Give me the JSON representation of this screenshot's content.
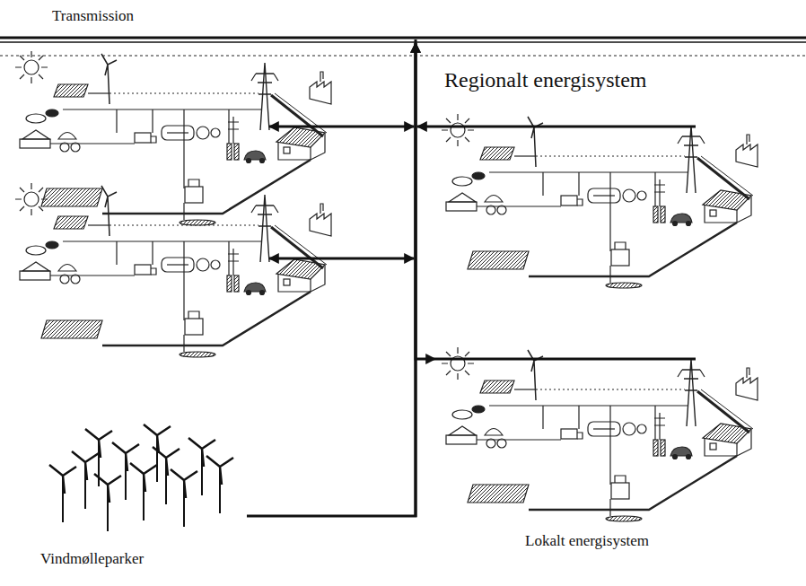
{
  "diagram": {
    "nodes": [
      {
        "text": [
          "Transmission"
        ]
      },
      {
        "text": [
          "Vindmølleparker"
        ]
      },
      {
        "text": [
          "Lokalt energisystem"
        ]
      }
    ],
    "edges": [
      {
        "from": 1,
        "to": 0,
        "arrow": "to"
      },
      {
        "from": 2,
        "to": 0,
        "arrow": "both"
      }
    ],
    "labels": [
      "Regionalt energisystem"
    ]
  }
}
